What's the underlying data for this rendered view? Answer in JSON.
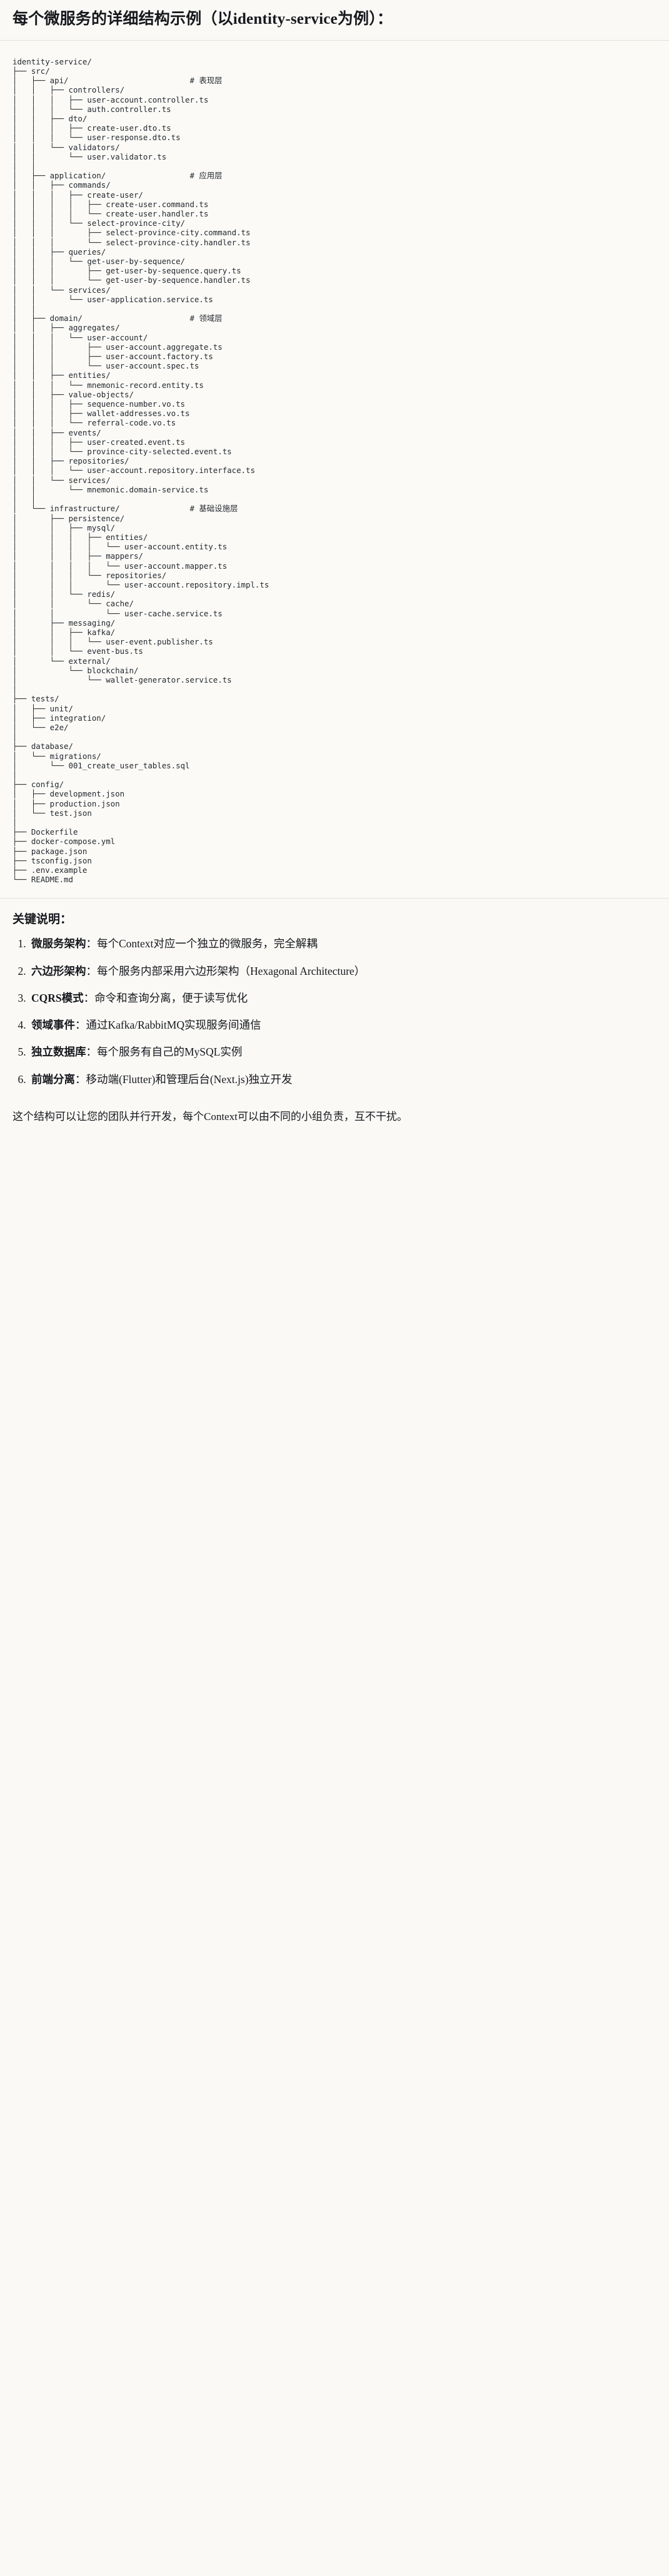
{
  "heading": "每个微服务的详细结构示例（以identity-service为例）：",
  "tree": {
    "root": "identity-service/",
    "lines": [
      "identity-service/",
      "├── src/",
      "│   ├── api/                          # 表现层",
      "│   │   ├── controllers/",
      "│   │   │   ├── user-account.controller.ts",
      "│   │   │   └── auth.controller.ts",
      "│   │   ├── dto/",
      "│   │   │   ├── create-user.dto.ts",
      "│   │   │   └── user-response.dto.ts",
      "│   │   └── validators/",
      "│   │       └── user.validator.ts",
      "│   │",
      "│   ├── application/                  # 应用层",
      "│   │   ├── commands/",
      "│   │   │   ├── create-user/",
      "│   │   │   │   ├── create-user.command.ts",
      "│   │   │   │   └── create-user.handler.ts",
      "│   │   │   └── select-province-city/",
      "│   │   │       ├── select-province-city.command.ts",
      "│   │   │       └── select-province-city.handler.ts",
      "│   │   ├── queries/",
      "│   │   │   └── get-user-by-sequence/",
      "│   │   │       ├── get-user-by-sequence.query.ts",
      "│   │   │       └── get-user-by-sequence.handler.ts",
      "│   │   └── services/",
      "│   │       └── user-application.service.ts",
      "│   │",
      "│   ├── domain/                       # 领域层",
      "│   │   ├── aggregates/",
      "│   │   │   └── user-account/",
      "│   │   │       ├── user-account.aggregate.ts",
      "│   │   │       ├── user-account.factory.ts",
      "│   │   │       └── user-account.spec.ts",
      "│   │   ├── entities/",
      "│   │   │   └── mnemonic-record.entity.ts",
      "│   │   ├── value-objects/",
      "│   │   │   ├── sequence-number.vo.ts",
      "│   │   │   ├── wallet-addresses.vo.ts",
      "│   │   │   └── referral-code.vo.ts",
      "│   │   ├── events/",
      "│   │   │   ├── user-created.event.ts",
      "│   │   │   └── province-city-selected.event.ts",
      "│   │   ├── repositories/",
      "│   │   │   └── user-account.repository.interface.ts",
      "│   │   └── services/",
      "│   │       └── mnemonic.domain-service.ts",
      "│   │",
      "│   └── infrastructure/               # 基础设施层",
      "│       ├── persistence/",
      "│       │   ├── mysql/",
      "│       │   │   ├── entities/",
      "│       │   │   │   └── user-account.entity.ts",
      "│       │   │   ├── mappers/",
      "│       │   │   │   └── user-account.mapper.ts",
      "│       │   │   └── repositories/",
      "│       │   │       └── user-account.repository.impl.ts",
      "│       │   └── redis/",
      "│       │       └── cache/",
      "│       │           └── user-cache.service.ts",
      "│       ├── messaging/",
      "│       │   ├── kafka/",
      "│       │   │   └── user-event.publisher.ts",
      "│       │   └── event-bus.ts",
      "│       └── external/",
      "│           └── blockchain/",
      "│               └── wallet-generator.service.ts",
      "│",
      "├── tests/",
      "│   ├── unit/",
      "│   ├── integration/",
      "│   └── e2e/",
      "│",
      "├── database/",
      "│   └── migrations/",
      "│       └── 001_create_user_tables.sql",
      "│",
      "├── config/",
      "│   ├── development.json",
      "│   ├── production.json",
      "│   └── test.json",
      "│",
      "├── Dockerfile",
      "├── docker-compose.yml",
      "├── package.json",
      "├── tsconfig.json",
      "├── .env.example",
      "└── README.md"
    ],
    "comments": [
      {
        "text": "# 表现层",
        "layer": "api"
      },
      {
        "text": "# 应用层",
        "layer": "application"
      },
      {
        "text": "# 领域层",
        "layer": "domain"
      },
      {
        "text": "# 基础设施层",
        "layer": "infrastructure"
      }
    ]
  },
  "keypoints": {
    "title": "关键说明：",
    "items": [
      {
        "term": "微服务架构",
        "sep": "：",
        "desc": "每个Context对应一个独立的微服务，完全解耦"
      },
      {
        "term": "六边形架构",
        "sep": "：",
        "desc": "每个服务内部采用六边形架构（Hexagonal Architecture）"
      },
      {
        "term": "CQRS模式",
        "sep": "：",
        "desc": "命令和查询分离，便于读写优化"
      },
      {
        "term": "领域事件",
        "sep": "：",
        "desc": "通过Kafka/RabbitMQ实现服务间通信"
      },
      {
        "term": "独立数据库",
        "sep": "：",
        "desc": "每个服务有自己的MySQL实例"
      },
      {
        "term": "前端分离",
        "sep": "：",
        "desc": "移动端(Flutter)和管理后台(Next.js)独立开发"
      }
    ],
    "closing": "这个结构可以让您的团队并行开发，每个Context可以由不同的小组负责，互不干扰。"
  },
  "colors": {
    "page_bg": "#faf9f6",
    "code_bg": "#fbfaf7",
    "text": "#16181d",
    "code_text": "#24292f",
    "divider": "#e3e0d8"
  }
}
